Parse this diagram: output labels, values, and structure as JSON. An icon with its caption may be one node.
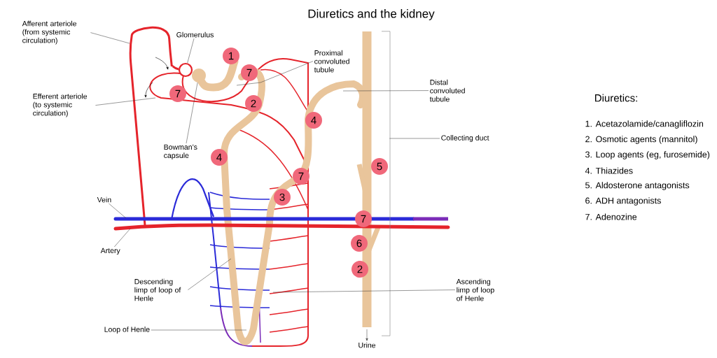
{
  "diagram": {
    "title": "Diuretics and the kidney",
    "nodes": [
      {
        "text": [
          "Afferent arteriole (from systemic circulation)"
        ]
      },
      {
        "text": [
          "Glomerulus"
        ]
      },
      {
        "text": [
          "Efferent arteriole (to systemic circulation)"
        ]
      },
      {
        "text": [
          "Bowman’s capsule"
        ]
      },
      {
        "text": [
          "Proximal convoluted tubule"
        ]
      },
      {
        "text": [
          "Distal convoluted tubule"
        ]
      },
      {
        "text": [
          "Collecting duct"
        ]
      },
      {
        "text": [
          "Vein"
        ]
      },
      {
        "text": [
          "Artery"
        ]
      },
      {
        "text": [
          "Descending limp of loop of Henle"
        ]
      },
      {
        "text": [
          "Ascending limp of loop of Henle"
        ]
      },
      {
        "text": [
          "Loop of Henle"
        ]
      },
      {
        "text": [
          "Urine"
        ]
      },
      {
        "text": [
          "1"
        ]
      },
      {
        "text": [
          "7"
        ]
      },
      {
        "text": [
          "2"
        ]
      },
      {
        "text": [
          "7"
        ]
      },
      {
        "text": [
          "4"
        ]
      },
      {
        "text": [
          "4"
        ]
      },
      {
        "text": [
          "7"
        ]
      },
      {
        "text": [
          "3"
        ]
      },
      {
        "text": [
          "5"
        ]
      },
      {
        "text": [
          "7"
        ]
      },
      {
        "text": [
          "6"
        ]
      },
      {
        "text": [
          "2"
        ]
      },
      {
        "text": [],
        "shape": "bracket"
      },
      {
        "text": [],
        "shape": "circle"
      },
      {
        "text": [],
        "shape": "circle"
      }
    ],
    "edges": [
      {
        "from": 0,
        "to": null,
        "arrow": "none"
      },
      {
        "from": 1,
        "to": 26,
        "arrow": "none"
      },
      {
        "from": 2,
        "to": null,
        "arrow": "none"
      },
      {
        "from": 3,
        "to": 27,
        "arrow": "none"
      },
      {
        "from": 4,
        "to": null,
        "arrow": "none"
      },
      {
        "from": 5,
        "to": null,
        "arrow": "none"
      },
      {
        "from": 6,
        "to": 25,
        "arrow": "none"
      },
      {
        "from": 7,
        "to": null,
        "arrow": "none"
      },
      {
        "from": 8,
        "to": null,
        "arrow": "none"
      },
      {
        "from": 9,
        "to": null,
        "arrow": "none"
      },
      {
        "from": 10,
        "to": null,
        "arrow": "none"
      },
      {
        "from": 11,
        "to": null,
        "arrow": "none"
      },
      {
        "from": null,
        "to": 12,
        "arrow": "to"
      }
    ],
    "labels": [
      "Diuretics:",
      "1. Acetazolamide/canagliflozin",
      "2. Osmotic agents (mannitol)",
      "3. Loop agents (eg, furosemide)",
      "4. Thiazides",
      "5. Aldosterone antagonists",
      "6. ADH antagonists",
      "7. Adenozine"
    ]
  }
}
